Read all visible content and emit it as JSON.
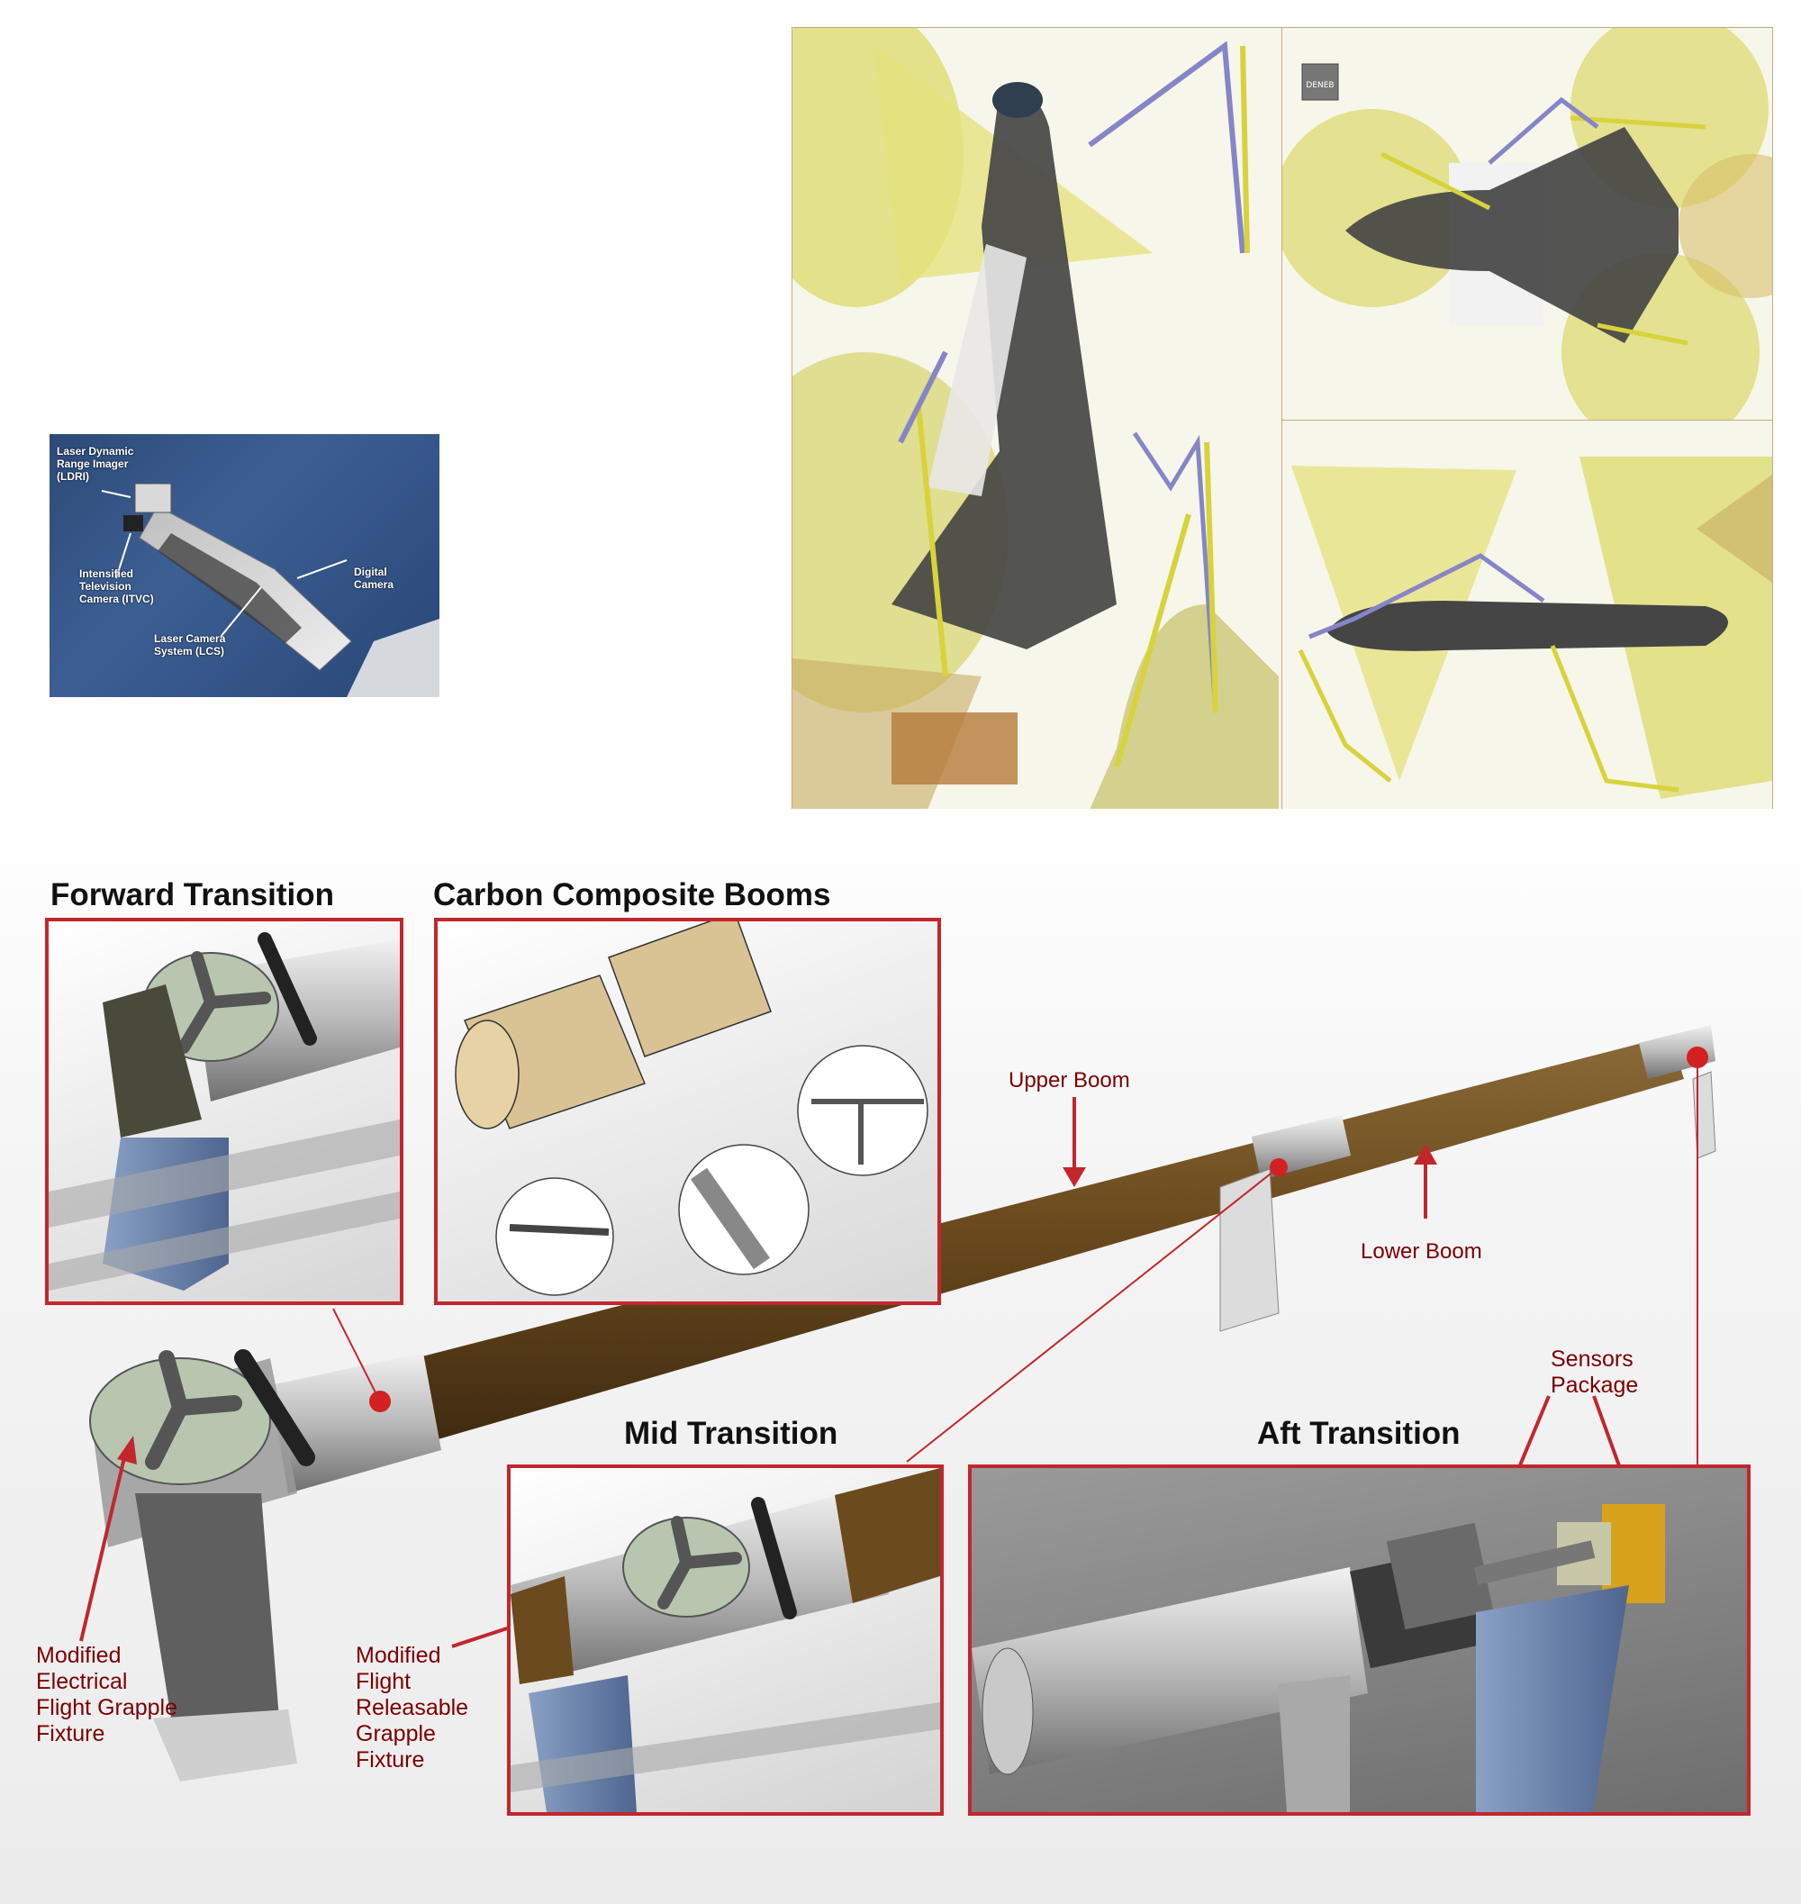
{
  "photo": {
    "labels": {
      "ldri": "Laser Dynamic\nRange Imager\n(LDRI)",
      "itvc": "Intensified\nTelevision\nCamera (ITVC)",
      "digital": "Digital\nCamera",
      "lcs": "Laser Camera\nSystem (LCS)"
    }
  },
  "views": {
    "logo_text": "DENEB"
  },
  "sections": {
    "forward": "Forward Transition",
    "booms": "Carbon Composite Booms",
    "mid": "Mid Transition",
    "aft": "Aft Transition"
  },
  "callouts": {
    "upper_boom": "Upper Boom",
    "lower_boom": "Lower Boom",
    "sensors": "Sensors\nPackage",
    "efgf": "Modified\nElectrical\nFlight Grapple\nFixture",
    "frgf": "Modified\nFlight\nReleasable\nGrapple\nFixture"
  },
  "colors": {
    "callout_red": "#7a0000",
    "frame_red": "#c1272d",
    "boom_brown": "#6b4a1e",
    "cone_yellow": "#e4e27a",
    "orbiter_gray": "#454545"
  }
}
